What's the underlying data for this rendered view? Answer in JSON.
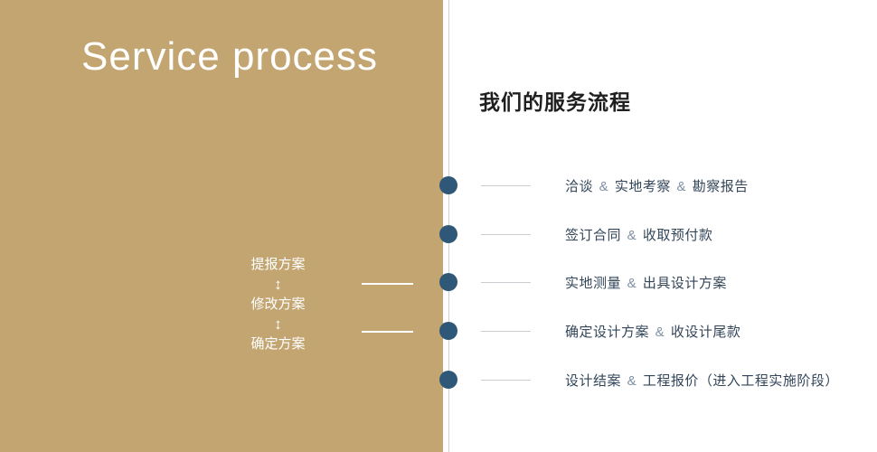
{
  "left_panel": {
    "title": "Service process",
    "flow": {
      "items": [
        "提报方案",
        "修改方案",
        "确定方案"
      ],
      "arrow": "↕"
    }
  },
  "right_panel": {
    "heading": "我们的服务流程",
    "steps": [
      {
        "label": "洽谈 & 实地考察 & 勘察报告"
      },
      {
        "label": "签订合同 & 收取预付款"
      },
      {
        "label": "实地测量 & 出具设计方案"
      },
      {
        "label": "确定设计方案 & 收设计尾款"
      },
      {
        "label": "设计结案 & 工程报价（进入工程实施阶段）"
      }
    ]
  },
  "colors": {
    "left_background": "#c3a571",
    "dot": "#2f5878",
    "step_text": "#33465a",
    "ampersand": "#7d8fa3",
    "connector_line": "#ffffff",
    "step_line": "#c9ccd1",
    "divider": "#d0d0d0"
  }
}
